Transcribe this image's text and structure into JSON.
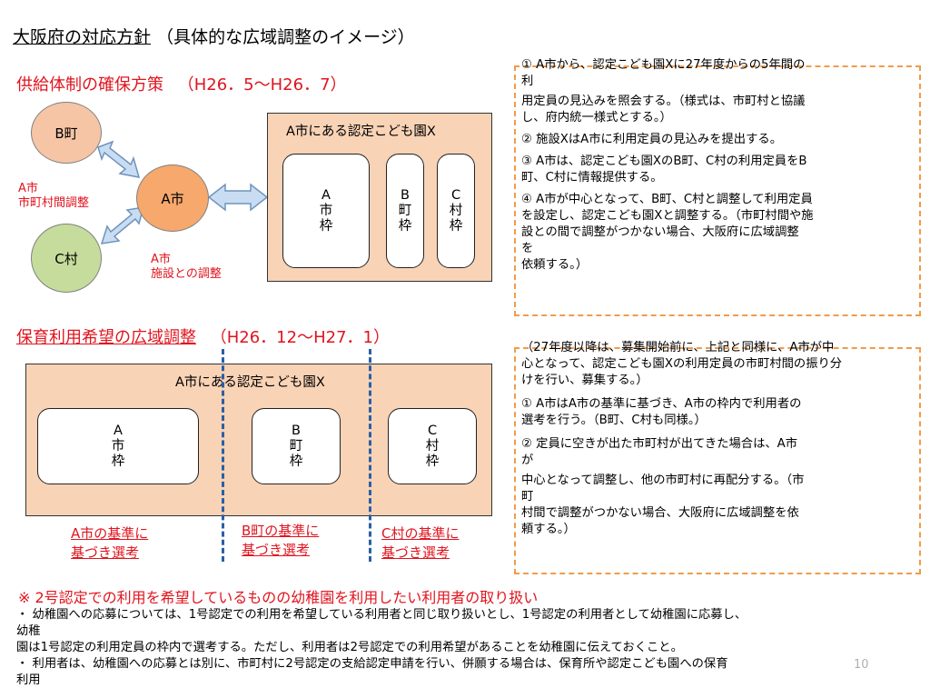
{
  "title": {
    "main": "大阪府の対応方針",
    "sub": "（具体的な広域調整のイメージ）"
  },
  "section1": {
    "heading": "供給体制の確保方策",
    "period": "（H26．5～H26．7）",
    "nodes": {
      "b": "B町",
      "a": "A市",
      "c": "C村"
    },
    "label_left": [
      "A市",
      "市町村間調整"
    ],
    "label_bottom": [
      "A市",
      "施設との調整"
    ],
    "facility": {
      "label": "A市にある認定こども園X",
      "slots": [
        "A\n市\n枠",
        "B\n町\n枠",
        "C\n村\n枠"
      ]
    }
  },
  "section2": {
    "heading": "保育利用希望の広域調整",
    "period": "（H26．12～H27．1）",
    "facility": {
      "label": "A市にある認定こども園X",
      "slots": [
        "A\n市\n枠",
        "B\n町\n枠",
        "C\n村\n枠"
      ]
    },
    "basis": [
      [
        "A市の基準に",
        "基づき選考"
      ],
      [
        "B町の基準に",
        "基づき選考"
      ],
      [
        "C村の基準に",
        "基づき選考"
      ]
    ]
  },
  "box1": {
    "lines": [
      "①  A市から、認定こども園Xに27年度からの5年間の",
      "利",
      "  用定員の見込みを照会する。（様式は、市町村と協議",
      "  し、府内統一様式とする。）",
      "②  施設XはA市に利用定員の見込みを提出する。",
      "③  A市は、認定こども園XのB町、C村の利用定員をB",
      "  町、C村に情報提供する。",
      "④  A市が中心となって、B町、C村と調整して利用定員",
      "  を設定し、認定こども園Xと調整する。（市町村間や施",
      "  設との間で調整がつかない場合、大阪府に広域調整",
      "を",
      "  依頼する。）"
    ]
  },
  "box2": {
    "lines": [
      "（27年度以降は、募集開始前に、上記と同様に、A市が中",
      "心となって、認定こども園Xの利用定員の市町村間の振り分",
      "けを行い、募集する。）",
      "①  A市はA市の基準に基づき、A市の枠内で利用者の",
      "  選考を行う。（B町、C村も同様。）",
      "②  定員に空きが出た市町村が出てきた場合は、A市",
      "が",
      "  中心となって調整し、他の市町村に再配分する。（市",
      "町",
      "  村間で調整がつかない場合、大阪府に広域調整を依",
      "  頼する。）"
    ]
  },
  "note": {
    "heading": "※  2号認定での利用を希望しているものの幼稚園を利用したい利用者の取り扱い",
    "lines": [
      "・  幼稚園への応募については、1号認定での利用を希望している利用者と同じ取り扱いとし、1号認定の利用者として幼稚園に応募し、",
      "幼稚",
      "    園は1号認定の利用定員の枠内で選考する。ただし、利用者は2号認定での利用希望があることを幼稚園に伝えておくこと。",
      "・  利用者は、幼稚園への応募とは別に、市町村に2号認定の支給認定申請を行い、併願する場合は、保育所や認定こども園への保育",
      "利用"
    ]
  },
  "page_number": "10",
  "colors": {
    "accent_red": "#e0141e",
    "dash_orange": "#f19b4a",
    "facility_fill": "#f9d3b6",
    "arrow_fill": "#c9ddf2",
    "divider_blue": "#2a5fa5"
  }
}
